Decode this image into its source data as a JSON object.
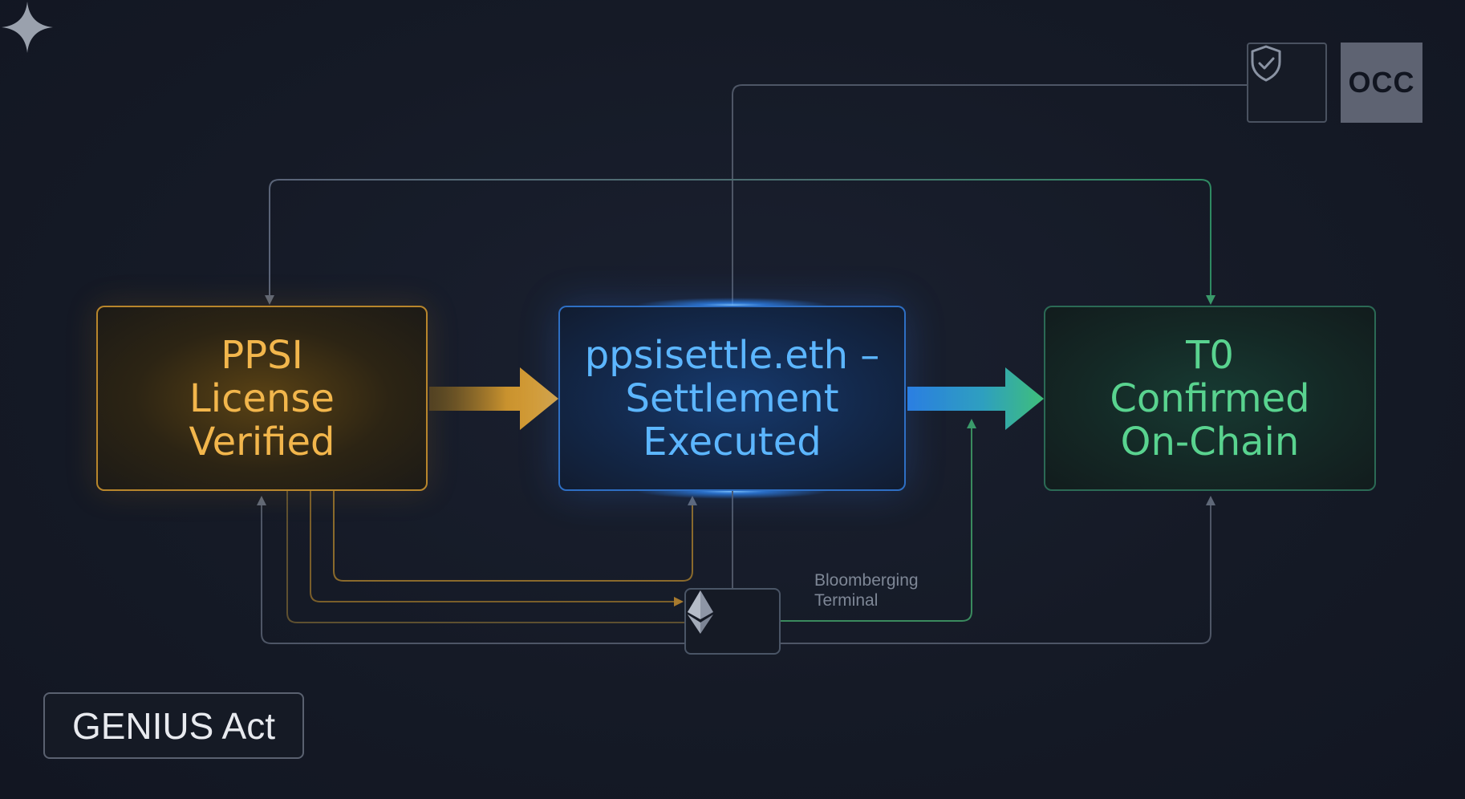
{
  "nodes": {
    "ppsi": {
      "lines": [
        "PPSI",
        "License",
        "Verified"
      ]
    },
    "settlement": {
      "lines": [
        "ppsisettle.eth –",
        "Settlement",
        "Executed"
      ]
    },
    "t0": {
      "lines": [
        "T0",
        "Confirmed",
        "On-Chain"
      ]
    }
  },
  "badges": {
    "occ": "OCC",
    "shield_icon": "shield-check-icon",
    "eth_icon": "ethereum-icon"
  },
  "labels": {
    "bloomberg": [
      "Bloomberging",
      "Terminal"
    ],
    "genius_act": "GENIUS Act"
  },
  "colors": {
    "amber": "#f2b64c",
    "blue": "#5cb6ff",
    "green": "#59d38f",
    "background": "#151a26"
  }
}
